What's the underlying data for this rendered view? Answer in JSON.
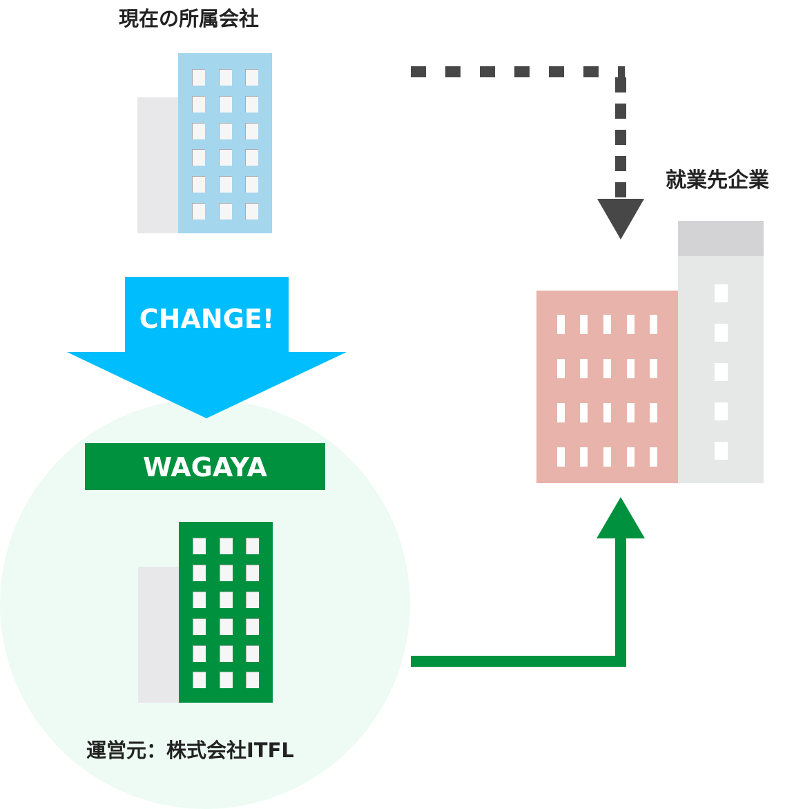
{
  "labels": {
    "current_company": "現在の所属会社",
    "client_company": "就業先企業",
    "change": "CHANGE!",
    "wagaya": "WAGAYA",
    "operator": "運営元：株式会社ITFL"
  },
  "colors": {
    "blue_building": "#a4d6ee",
    "side_building": "#e8e8ea",
    "change_arrow": "#00bdfd",
    "wagaya_green": "#00913f",
    "circle_bg": "#edfbf4",
    "pink_building": "#e7b3aa",
    "gray_building": "#e6e7e7",
    "gray_roof": "#d3d3d5",
    "dashed_arrow": "#474747"
  }
}
